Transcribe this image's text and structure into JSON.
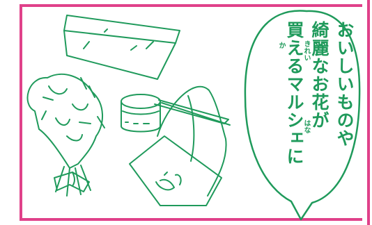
{
  "speech_bubble": {
    "lines": [
      "おいしいものや",
      "綺麗なお花が",
      "買えるマルシェに"
    ],
    "furigana": {
      "kirei": "きれい",
      "hana": "はな",
      "ka": "か"
    }
  },
  "colors": {
    "frame": "#e0418a",
    "ink": "#1f9a5b"
  },
  "illustrations": [
    "lunchbox-icon",
    "jar-icon",
    "bouquet-icon",
    "tote-bag-icon",
    "baguette-icon"
  ]
}
